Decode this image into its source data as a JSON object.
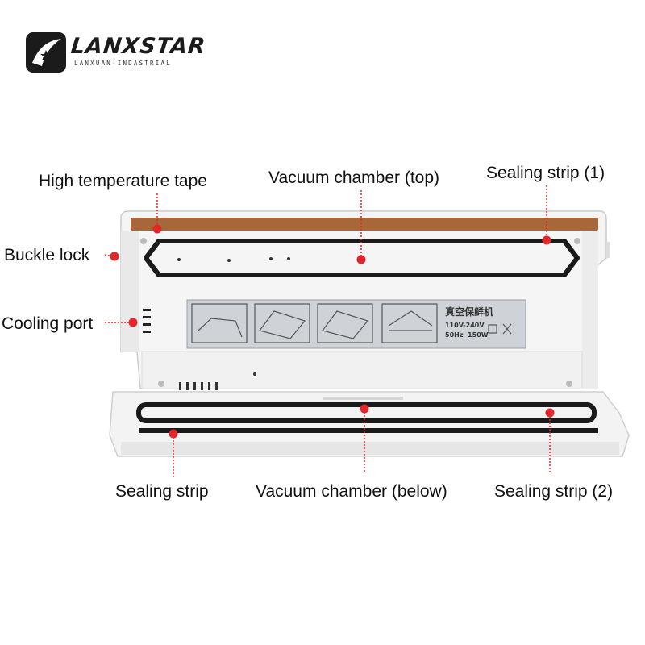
{
  "brand": {
    "name": "LANXSTAR",
    "subtitle": "LANXUAN·INDASTRIAL"
  },
  "labels": {
    "high_temp_tape": "High temperature tape",
    "vacuum_top": "Vacuum chamber (top)",
    "sealing_strip_1": "Sealing strip (1)",
    "buckle_lock": "Buckle lock",
    "cooling_port": "Cooling port",
    "sealing_strip": "Sealing strip",
    "vacuum_below": "Vacuum chamber (below)",
    "sealing_strip_2": "Sealing strip (2)"
  },
  "panel": {
    "name_cn": "真空保鲜机",
    "voltage": "110V-240V",
    "rating": "50Hz  150W"
  },
  "colors": {
    "annotation": "#e3262b",
    "tape": "#a6683a",
    "body": "#f4f4f4",
    "gasket": "#1a1a1a",
    "panel": "#cfd3d7"
  }
}
